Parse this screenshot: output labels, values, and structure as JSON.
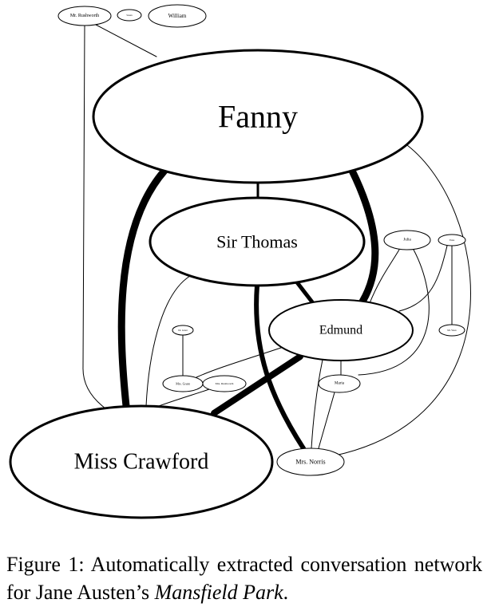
{
  "figure": {
    "caption_prefix": "Figure 1:  Automatically extracted conversation network for Jane Austen’s ",
    "caption_title": "Mansfield Park",
    "caption_suffix": "."
  },
  "graph": {
    "nodes": [
      {
        "id": "mr-rushworth",
        "label": "Mr. Rushworth"
      },
      {
        "id": "susan",
        "label": "Susan"
      },
      {
        "id": "william",
        "label": "William"
      },
      {
        "id": "fanny",
        "label": "Fanny"
      },
      {
        "id": "sir-thomas",
        "label": "Sir Thomas"
      },
      {
        "id": "julia",
        "label": "Julia"
      },
      {
        "id": "yates",
        "label": "Yates"
      },
      {
        "id": "edmund",
        "label": "Edmund"
      },
      {
        "id": "dr-grant",
        "label": "Dr. Grant"
      },
      {
        "id": "mr-yates",
        "label": "Mr. Yates"
      },
      {
        "id": "mrs-grant",
        "label": "Mrs. Grant"
      },
      {
        "id": "mrs-rushworth",
        "label": "Mrs. Rushworth"
      },
      {
        "id": "maria",
        "label": "Maria"
      },
      {
        "id": "miss-crawford",
        "label": "Miss Crawford"
      },
      {
        "id": "mrs-norris",
        "label": "Mrs. Norris"
      }
    ],
    "edges": [
      {
        "from": "mr-rushworth",
        "to": "fanny",
        "weight": 1
      },
      {
        "from": "mr-rushworth",
        "to": "miss-crawford",
        "weight": 1
      },
      {
        "from": "fanny",
        "to": "sir-thomas",
        "weight": 3
      },
      {
        "from": "fanny",
        "to": "miss-crawford",
        "weight": 9
      },
      {
        "from": "fanny",
        "to": "edmund",
        "weight": 9
      },
      {
        "from": "fanny",
        "to": "mrs-norris",
        "weight": 1
      },
      {
        "from": "sir-thomas",
        "to": "edmund",
        "weight": 5
      },
      {
        "from": "sir-thomas",
        "to": "mrs-norris",
        "weight": 6
      },
      {
        "from": "sir-thomas",
        "to": "miss-crawford",
        "weight": 1
      },
      {
        "from": "edmund",
        "to": "miss-crawford",
        "weight": 8
      },
      {
        "from": "edmund",
        "to": "mrs-grant",
        "weight": 1
      },
      {
        "from": "edmund",
        "to": "maria",
        "weight": 1
      },
      {
        "from": "edmund",
        "to": "mrs-norris",
        "weight": 1
      },
      {
        "from": "julia",
        "to": "edmund",
        "weight": 1
      },
      {
        "from": "julia",
        "to": "maria",
        "weight": 1
      },
      {
        "from": "yates",
        "to": "edmund",
        "weight": 1
      },
      {
        "from": "yates",
        "to": "mr-yates",
        "weight": 1
      },
      {
        "from": "dr-grant",
        "to": "mrs-grant",
        "weight": 1
      },
      {
        "from": "mrs-grant",
        "to": "mrs-rushworth",
        "weight": 1
      },
      {
        "from": "mrs-rushworth",
        "to": "miss-crawford",
        "weight": 1
      },
      {
        "from": "maria",
        "to": "mrs-norris",
        "weight": 1
      }
    ]
  }
}
